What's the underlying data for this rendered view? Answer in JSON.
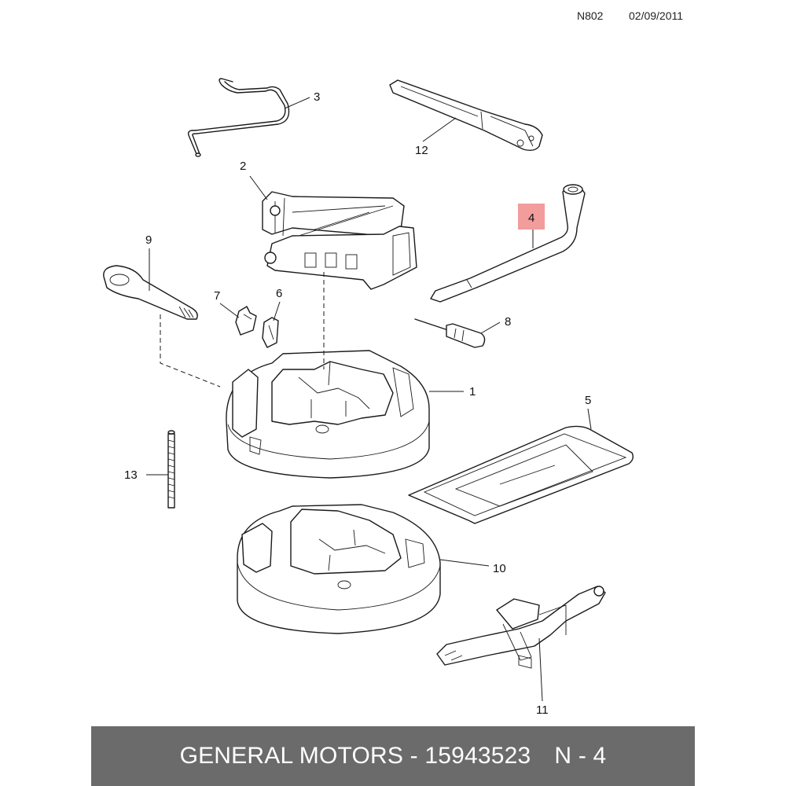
{
  "header": {
    "code": "N802",
    "date": "02/09/2011"
  },
  "callouts": [
    {
      "id": "1",
      "label": "1"
    },
    {
      "id": "2",
      "label": "2"
    },
    {
      "id": "3",
      "label": "3"
    },
    {
      "id": "4",
      "label": "4",
      "highlighted": true
    },
    {
      "id": "5",
      "label": "5"
    },
    {
      "id": "6",
      "label": "6"
    },
    {
      "id": "7",
      "label": "7"
    },
    {
      "id": "8",
      "label": "8"
    },
    {
      "id": "9",
      "label": "9"
    },
    {
      "id": "10",
      "label": "10"
    },
    {
      "id": "11",
      "label": "11"
    },
    {
      "id": "12",
      "label": "12"
    },
    {
      "id": "13",
      "label": "13"
    }
  ],
  "highlight_color": "#f29c9c",
  "footer": {
    "part_text": "GENERAL MOTORS - 15943523",
    "ref_text": "N - 4",
    "background": "#6b6b6b"
  }
}
